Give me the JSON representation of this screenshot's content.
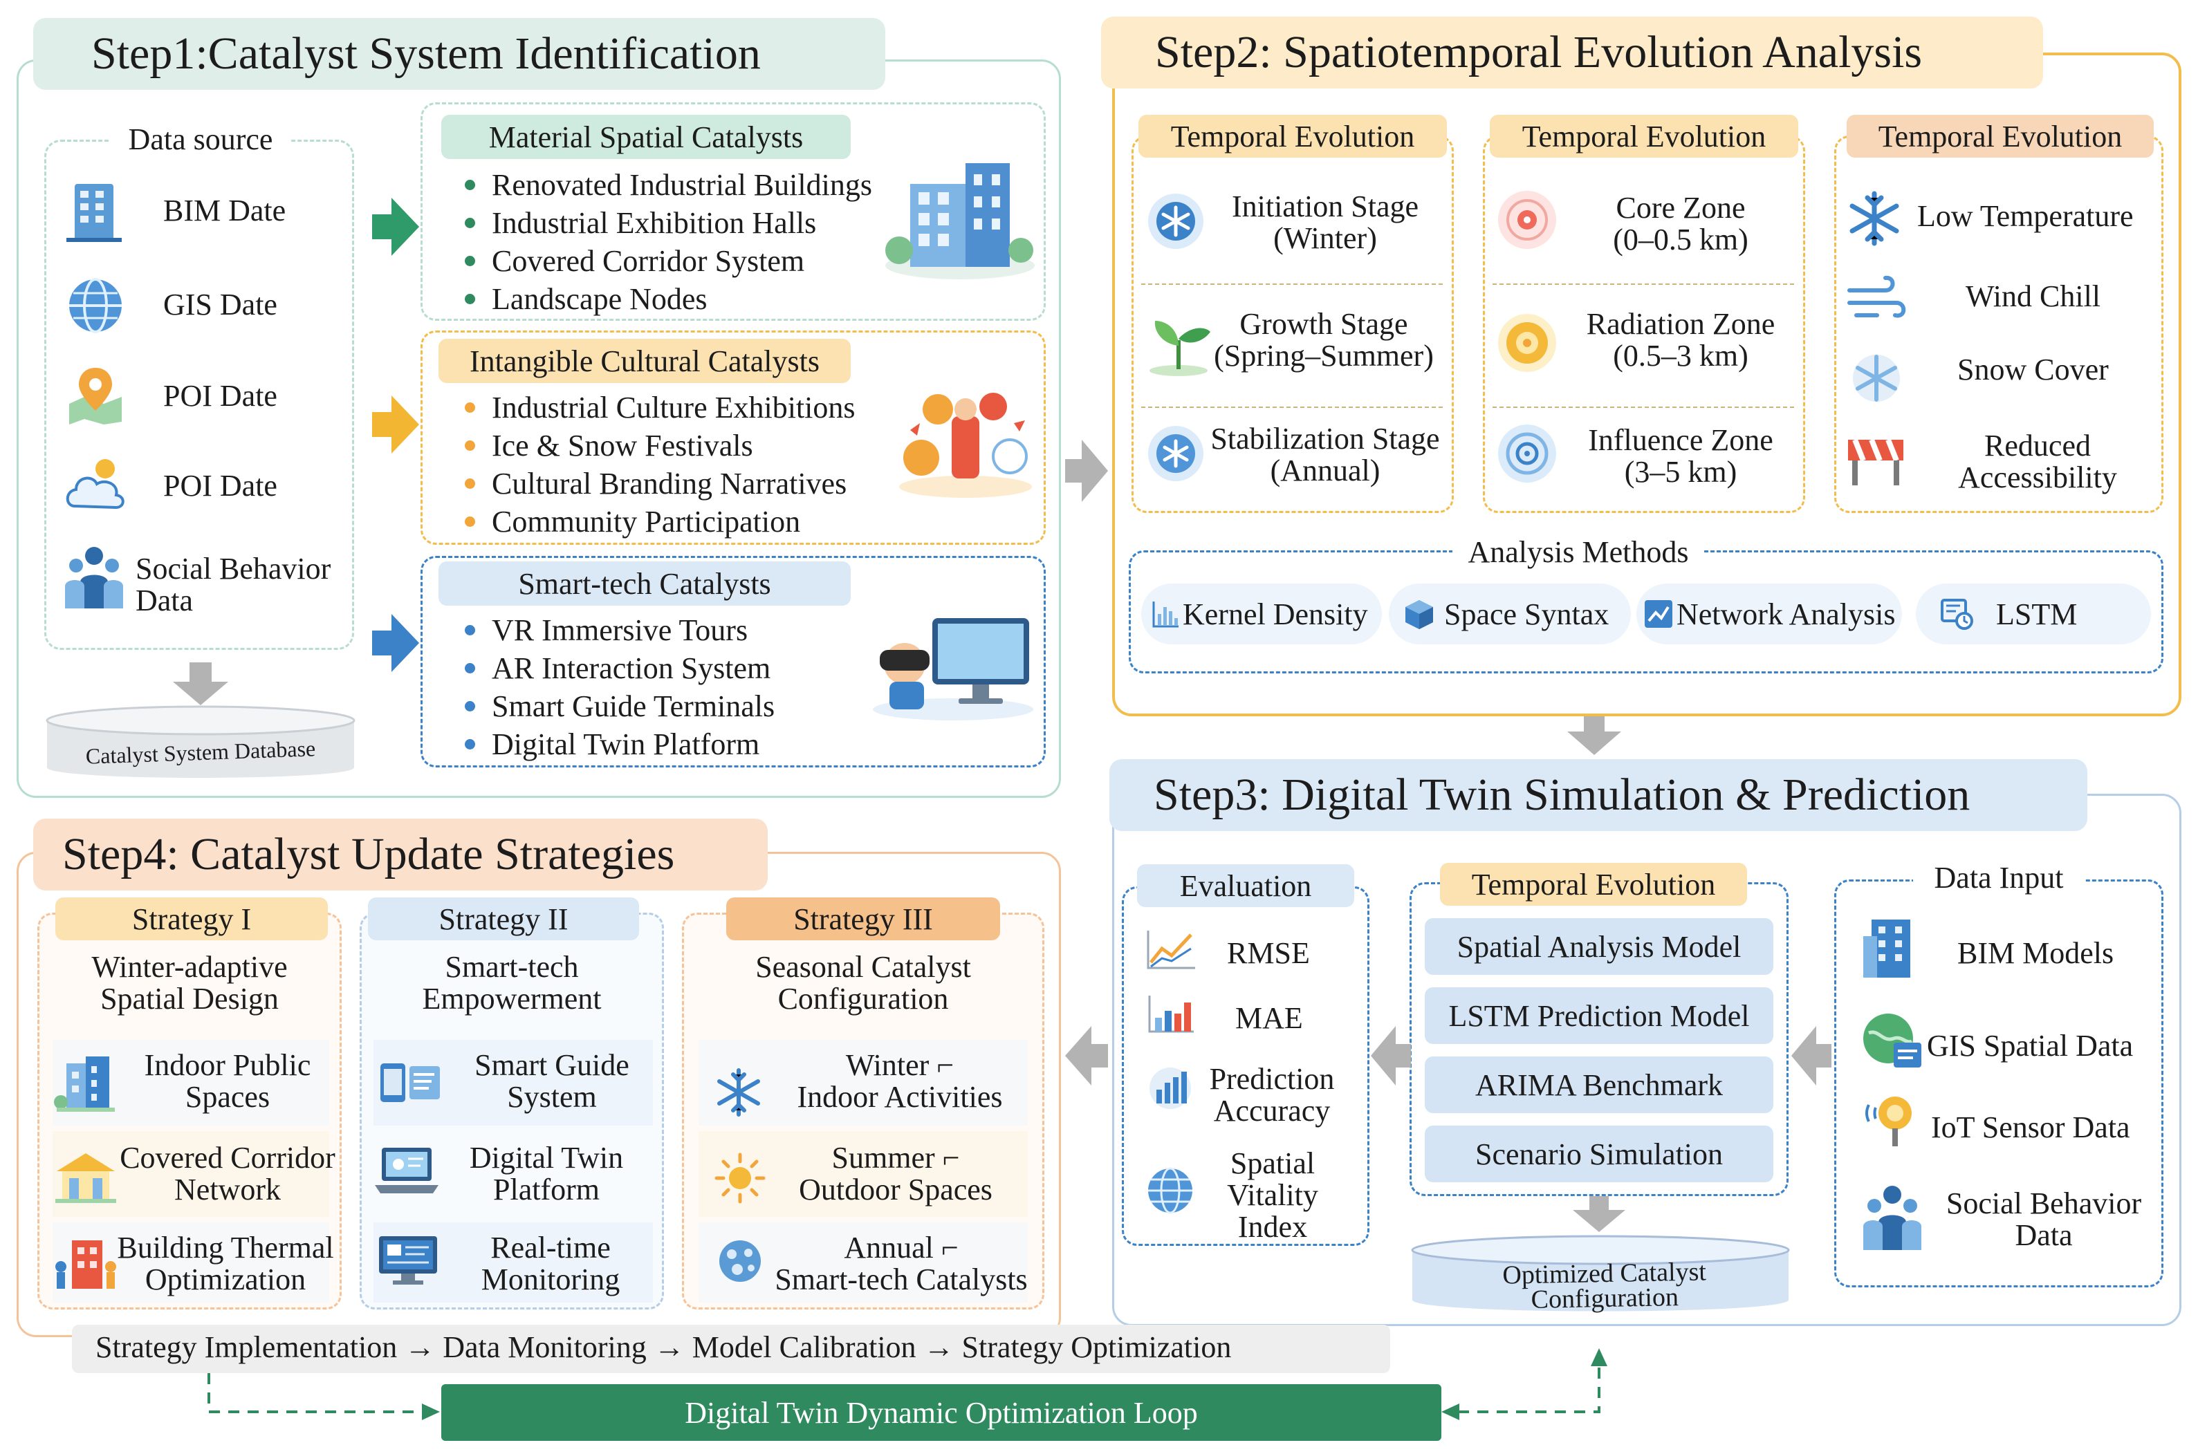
{
  "step1": {
    "title": "Step1:Catalyst System Identification",
    "data_source": {
      "title": "Data source",
      "items": [
        "BIM Date",
        "GIS Date",
        "POI Date",
        "POI Date",
        "Social Behavior Data"
      ],
      "database": "Catalyst System Database"
    },
    "material": {
      "title": "Material Spatial Catalysts",
      "items": [
        "Renovated Industrial Buildings",
        "Industrial Exhibition Halls",
        "Covered Corridor System",
        "Landscape Nodes"
      ]
    },
    "intangible": {
      "title": "Intangible Cultural Catalysts",
      "items": [
        "Industrial Culture Exhibitions",
        "Ice & Snow Festivals",
        "Cultural Branding Narratives",
        "Community Participation"
      ]
    },
    "smart": {
      "title": "Smart-tech Catalysts",
      "items": [
        "VR Immersive Tours",
        "AR Interaction System",
        "Smart Guide Terminals",
        "Digital Twin Platform"
      ]
    }
  },
  "step2": {
    "title": "Step2: Spatiotemporal Evolution Analysis",
    "col1": {
      "title": "Temporal Evolution",
      "items": [
        {
          "line1": "Initiation Stage",
          "line2": "(Winter)"
        },
        {
          "line1": "Growth Stage",
          "line2": "(Spring–Summer)"
        },
        {
          "line1": "Stabilization Stage",
          "line2": "(Annual)"
        }
      ]
    },
    "col2": {
      "title": "Temporal Evolution",
      "items": [
        {
          "line1": "Core Zone",
          "line2": "(0–0.5 km)"
        },
        {
          "line1": "Radiation Zone",
          "line2": "(0.5–3 km)"
        },
        {
          "line1": "Influence Zone",
          "line2": "(3–5 km)"
        }
      ]
    },
    "col3": {
      "title": "Temporal Evolution",
      "items": [
        {
          "line1": "Low Temperature",
          "line2": ""
        },
        {
          "line1": "Wind Chill",
          "line2": ""
        },
        {
          "line1": "Snow Cover",
          "line2": ""
        },
        {
          "line1": "Reduced",
          "line2": "Accessibility"
        }
      ]
    },
    "methods": {
      "title": "Analysis Methods",
      "items": [
        "Kernel Density",
        "Space Syntax",
        "Network Analysis",
        "LSTM"
      ]
    }
  },
  "step3": {
    "title": "Step3: Digital Twin Simulation & Prediction",
    "evaluation": {
      "title": "Evaluation",
      "items": [
        {
          "line1": "RMSE",
          "line2": "",
          "line3": ""
        },
        {
          "line1": "MAE",
          "line2": "",
          "line3": ""
        },
        {
          "line1": "Prediction",
          "line2": "Accuracy",
          "line3": ""
        },
        {
          "line1": "Spatial",
          "line2": "Vitality",
          "line3": "Index"
        }
      ]
    },
    "models": {
      "title": "Temporal Evolution",
      "items": [
        "Spatial Analysis Model",
        "LSTM Prediction Model",
        "ARIMA Benchmark",
        "Scenario Simulation"
      ],
      "output_line1": "Optimized Catalyst",
      "output_line2": "Configuration"
    },
    "data_input": {
      "title": "Data Input",
      "items": [
        {
          "line1": "BIM Models",
          "line2": ""
        },
        {
          "line1": "GIS Spatial Data",
          "line2": ""
        },
        {
          "line1": "IoT Sensor Data",
          "line2": ""
        },
        {
          "line1": "Social Behavior",
          "line2": "Data"
        }
      ]
    }
  },
  "step4": {
    "title": "Step4: Catalyst Update Strategies",
    "strategies": [
      {
        "header": "Strategy I",
        "sub1": "Winter-adaptive",
        "sub2": "Spatial Design",
        "items": [
          {
            "line1": "Indoor Public",
            "line2": "Spaces"
          },
          {
            "line1": "Covered Corridor",
            "line2": "Network"
          },
          {
            "line1": "Building Thermal",
            "line2": "Optimization"
          }
        ]
      },
      {
        "header": "Strategy II",
        "sub1": "Smart-tech",
        "sub2": "Empowerment",
        "items": [
          {
            "line1": "Smart Guide",
            "line2": "System"
          },
          {
            "line1": "Digital Twin",
            "line2": "Platform"
          },
          {
            "line1": "Real-time",
            "line2": "Monitoring"
          }
        ]
      },
      {
        "header": "Strategy III",
        "sub1": "Seasonal Catalyst",
        "sub2": "Configuration",
        "items": [
          {
            "line1": "Winter ⌐",
            "line2": "Indoor Activities"
          },
          {
            "line1": "Summer ⌐",
            "line2": "Outdoor Spaces"
          },
          {
            "line1": "Annual ⌐",
            "line2": "Smart-tech Catalysts"
          }
        ]
      }
    ]
  },
  "loop": {
    "flow": "Strategy Implementation → Data Monitoring → Model Calibration → Strategy Optimization",
    "title": "Digital Twin Dynamic Optimization Loop"
  },
  "colors": {
    "step1": "#9fd0bd",
    "step2": "#f2bd4d",
    "step3": "#b5cde6",
    "step4": "#f5c39a",
    "green_dark": "#2f8a5f",
    "orange": "#f2a53a",
    "blue": "#3b82c8"
  }
}
